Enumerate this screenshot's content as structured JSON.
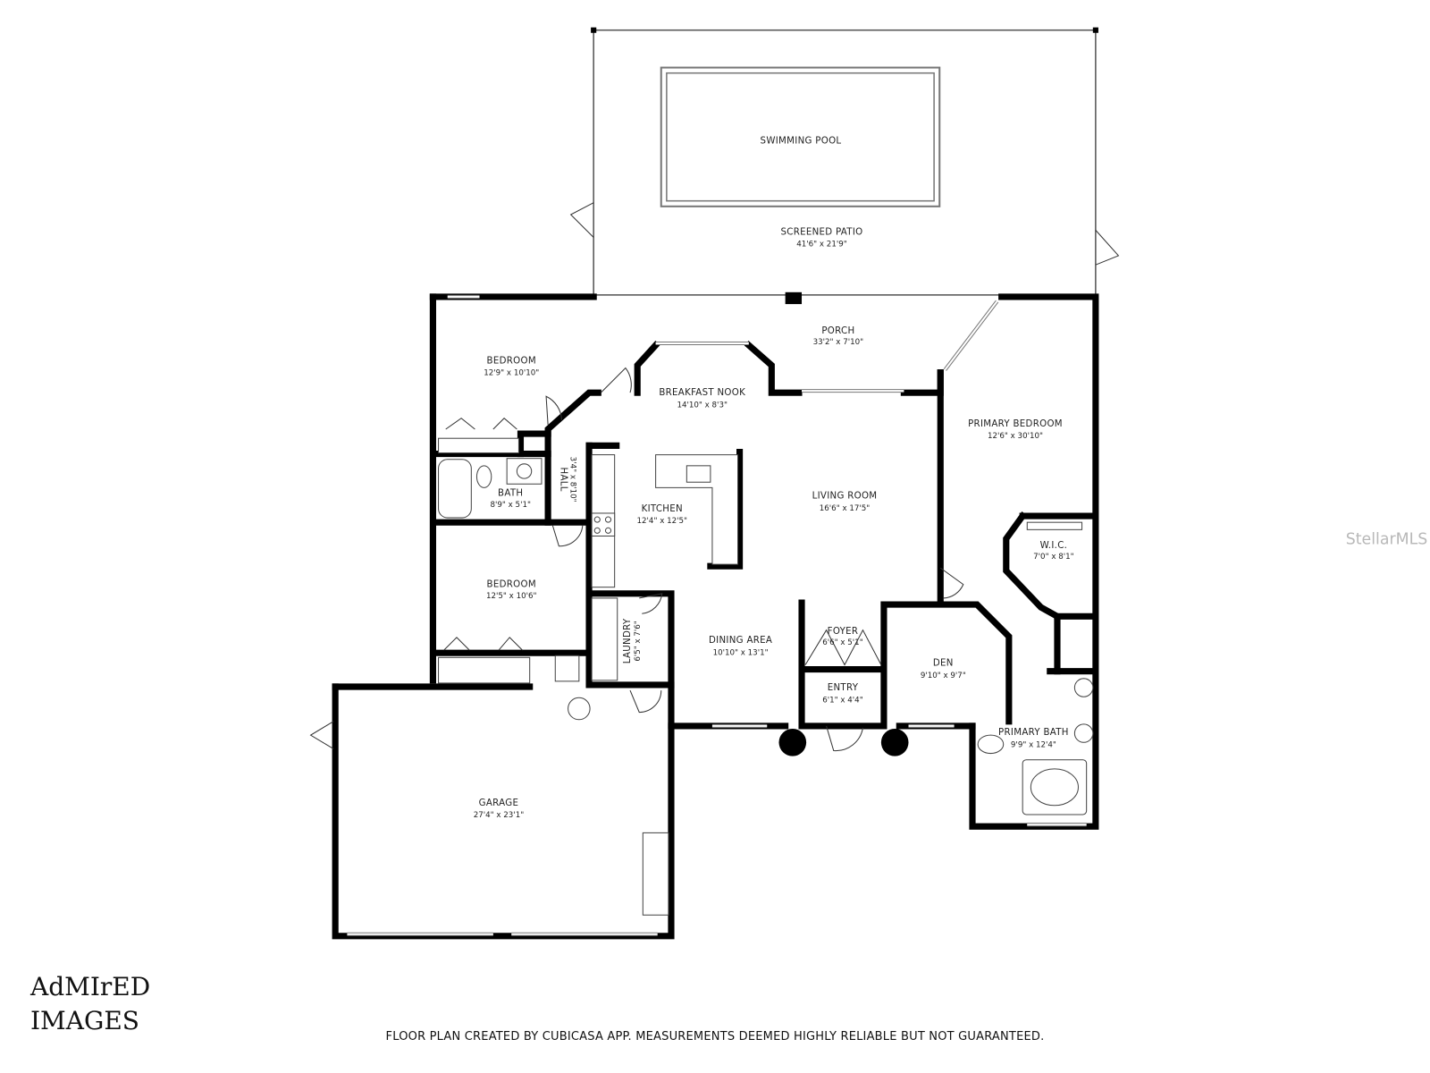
{
  "rooms": [
    {
      "id": "swimming-pool",
      "name": "SWIMMING POOL",
      "dims": ""
    },
    {
      "id": "screened-patio",
      "name": "SCREENED PATIO",
      "dims": "41'6\" x 21'9\""
    },
    {
      "id": "porch",
      "name": "PORCH",
      "dims": "33'2\" x 7'10\""
    },
    {
      "id": "bedroom-1",
      "name": "BEDROOM",
      "dims": "12'9\" x 10'10\""
    },
    {
      "id": "breakfast-nook",
      "name": "BREAKFAST NOOK",
      "dims": "14'10\" x 8'3\""
    },
    {
      "id": "primary-bedroom",
      "name": "PRIMARY BEDROOM",
      "dims": "12'6\" x 30'10\""
    },
    {
      "id": "bath",
      "name": "BATH",
      "dims": "8'9\" x 5'1\""
    },
    {
      "id": "hall",
      "name": "HALL",
      "dims": "3'4\" x 8'10\""
    },
    {
      "id": "kitchen",
      "name": "KITCHEN",
      "dims": "12'4\" x 12'5\""
    },
    {
      "id": "living-room",
      "name": "LIVING ROOM",
      "dims": "16'6\" x 17'5\""
    },
    {
      "id": "wic",
      "name": "W.I.C.",
      "dims": "7'0\" x 8'1\""
    },
    {
      "id": "bedroom-2",
      "name": "BEDROOM",
      "dims": "12'5\" x 10'6\""
    },
    {
      "id": "laundry",
      "name": "LAUNDRY",
      "dims": "6'5\" x 7'6\""
    },
    {
      "id": "dining-area",
      "name": "DINING AREA",
      "dims": "10'10\" x 13'1\""
    },
    {
      "id": "foyer",
      "name": "FOYER",
      "dims": "6'6\" x 5'1\""
    },
    {
      "id": "den",
      "name": "DEN",
      "dims": "9'10\" x 9'7\""
    },
    {
      "id": "entry",
      "name": "ENTRY",
      "dims": "6'1\" x 4'4\""
    },
    {
      "id": "primary-bath",
      "name": "PRIMARY BATH",
      "dims": "9'9\" x 12'4\""
    },
    {
      "id": "garage",
      "name": "GARAGE",
      "dims": "27'4\" x 23'1\""
    }
  ],
  "watermark": "StellarMLS",
  "logo": {
    "line1": "AdMIrED",
    "line2": "IMAGES"
  },
  "footer": "FLOOR PLAN CREATED BY CUBICASA APP. MEASUREMENTS DEEMED HIGHLY RELIABLE BUT NOT GUARANTEED."
}
